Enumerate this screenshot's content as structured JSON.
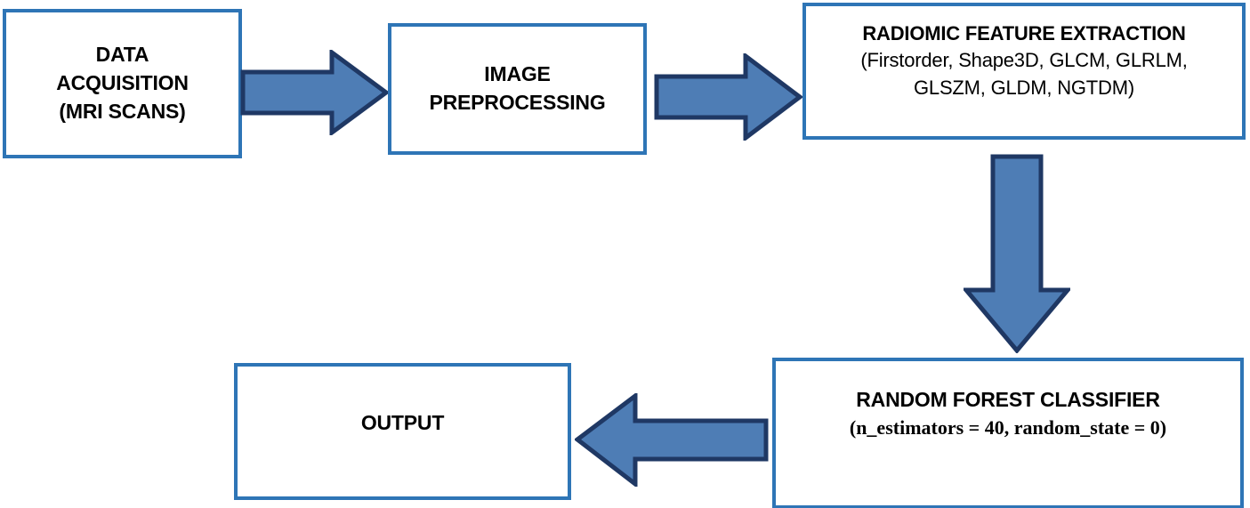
{
  "diagram": {
    "type": "flowchart",
    "title": "Radiomics Random Forest Classification Pipeline",
    "colors": {
      "box_border": "#2E75B6",
      "box_fill": "#FFFFFF",
      "arrow_fill": "#4E7DB5",
      "arrow_border": "#1F3864",
      "text": "#000000"
    },
    "nodes": [
      {
        "id": "data-acquisition",
        "lines": [
          "DATA",
          "ACQUISITION",
          "(MRI SCANS)"
        ]
      },
      {
        "id": "image-preprocessing",
        "lines": [
          "IMAGE",
          "PREPROCESSING"
        ]
      },
      {
        "id": "feature-extraction",
        "header": "RADIOMIC FEATURE EXTRACTION",
        "detail_lines": [
          "(Firstorder, Shape3D, GLCM, GLRLM,",
          "GLSZM, GLDM, NGTDM)"
        ]
      },
      {
        "id": "random-forest",
        "header": "RANDOM FOREST CLASSIFIER",
        "detail_lines": [
          "(n_estimators = 40, random_state = 0)"
        ]
      },
      {
        "id": "output",
        "lines": [
          "OUTPUT"
        ]
      }
    ],
    "arrows": [
      {
        "id": "acq-to-pre",
        "direction": "right",
        "from": "data-acquisition",
        "to": "image-preprocessing"
      },
      {
        "id": "pre-to-feat",
        "direction": "right",
        "from": "image-preprocessing",
        "to": "feature-extraction"
      },
      {
        "id": "feat-to-rf",
        "direction": "down",
        "from": "feature-extraction",
        "to": "random-forest"
      },
      {
        "id": "rf-to-out",
        "direction": "left",
        "from": "random-forest",
        "to": "output"
      }
    ]
  },
  "nodes": {
    "data_acquisition": {
      "line1": "DATA",
      "line2": "ACQUISITION",
      "line3": "(MRI SCANS)"
    },
    "image_preprocessing": {
      "line1": "IMAGE",
      "line2": "PREPROCESSING"
    },
    "feature_extraction": {
      "header": "RADIOMIC FEATURE EXTRACTION",
      "line1": "(Firstorder, Shape3D, GLCM, GLRLM,",
      "line2": "GLSZM, GLDM, NGTDM)"
    },
    "random_forest": {
      "header": "RANDOM FOREST CLASSIFIER",
      "line1": "(n_estimators = 40, random_state = 0)"
    },
    "output": {
      "line1": "OUTPUT"
    }
  }
}
